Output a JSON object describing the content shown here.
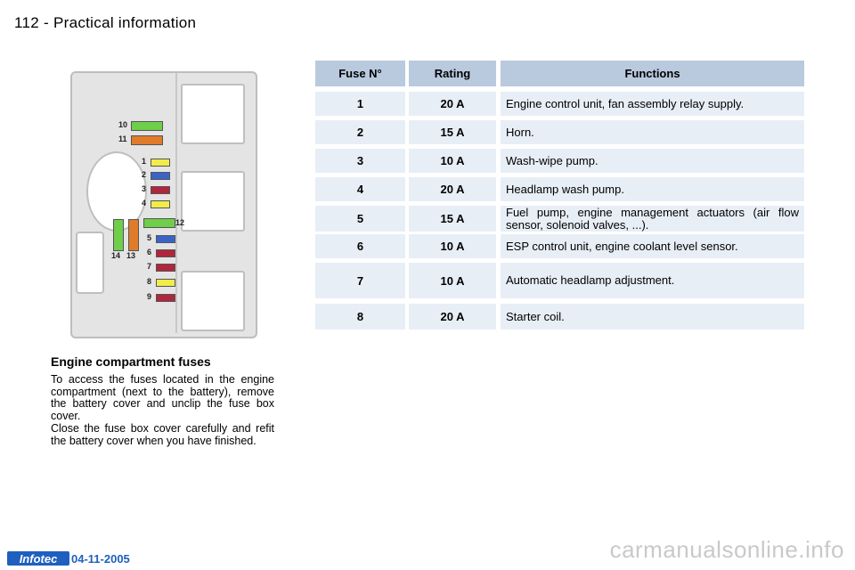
{
  "header": {
    "title": "112 - Practical information"
  },
  "diagram": {
    "fuses": [
      {
        "num": "10",
        "color": "#6fce4a"
      },
      {
        "num": "11",
        "color": "#e07b2a"
      },
      {
        "num": "1",
        "color": "#f1ec4a"
      },
      {
        "num": "2",
        "color": "#3a63c8"
      },
      {
        "num": "3",
        "color": "#b0263c"
      },
      {
        "num": "4",
        "color": "#f1ec4a"
      },
      {
        "num": "12",
        "color": "#6fce4a"
      },
      {
        "num": "14",
        "color": "#6fce4a"
      },
      {
        "num": "13",
        "color": "#e07b2a"
      },
      {
        "num": "5",
        "color": "#3a63c8"
      },
      {
        "num": "6",
        "color": "#b0263c"
      },
      {
        "num": "7",
        "color": "#b0263c"
      },
      {
        "num": "8",
        "color": "#f1ec4a"
      },
      {
        "num": "9",
        "color": "#b0263c"
      }
    ]
  },
  "table": {
    "headers": [
      "Fuse N°",
      "Rating",
      "Functions"
    ],
    "rows": [
      {
        "fuse": "1",
        "rating": "20 A",
        "function": "Engine control unit, fan assembly relay supply."
      },
      {
        "fuse": "2",
        "rating": "15 A",
        "function": "Horn."
      },
      {
        "fuse": "3",
        "rating": "10 A",
        "function": "Wash-wipe pump."
      },
      {
        "fuse": "4",
        "rating": "20 A",
        "function": "Headlamp wash pump."
      },
      {
        "fuse": "5",
        "rating": "15 A",
        "function": "Fuel pump, engine management actuators (air flow sensor, solenoid valves, ...)."
      },
      {
        "fuse": "6",
        "rating": "10 A",
        "function": "ESP control unit, engine coolant level sensor."
      },
      {
        "fuse": "7",
        "rating": "10 A",
        "function": "Automatic headlamp adjustment."
      },
      {
        "fuse": "8",
        "rating": "20 A",
        "function": "Starter coil."
      }
    ]
  },
  "section": {
    "title": "Engine compartment fuses",
    "para1": "To access the fuses located in the engine compartment (next to the battery), remove the battery cover and unclip the fuse box cover.",
    "para2": "Close the fuse box cover carefully and refit the battery cover when you have finished."
  },
  "footer": {
    "badge": "Infotec",
    "date": "04-11-2005",
    "watermark": "carmanualsonline.info"
  },
  "colors": {
    "header_bg": "#b9c9de",
    "row_bg": "#e8eef6",
    "footer_blue": "#1f5fbf"
  }
}
